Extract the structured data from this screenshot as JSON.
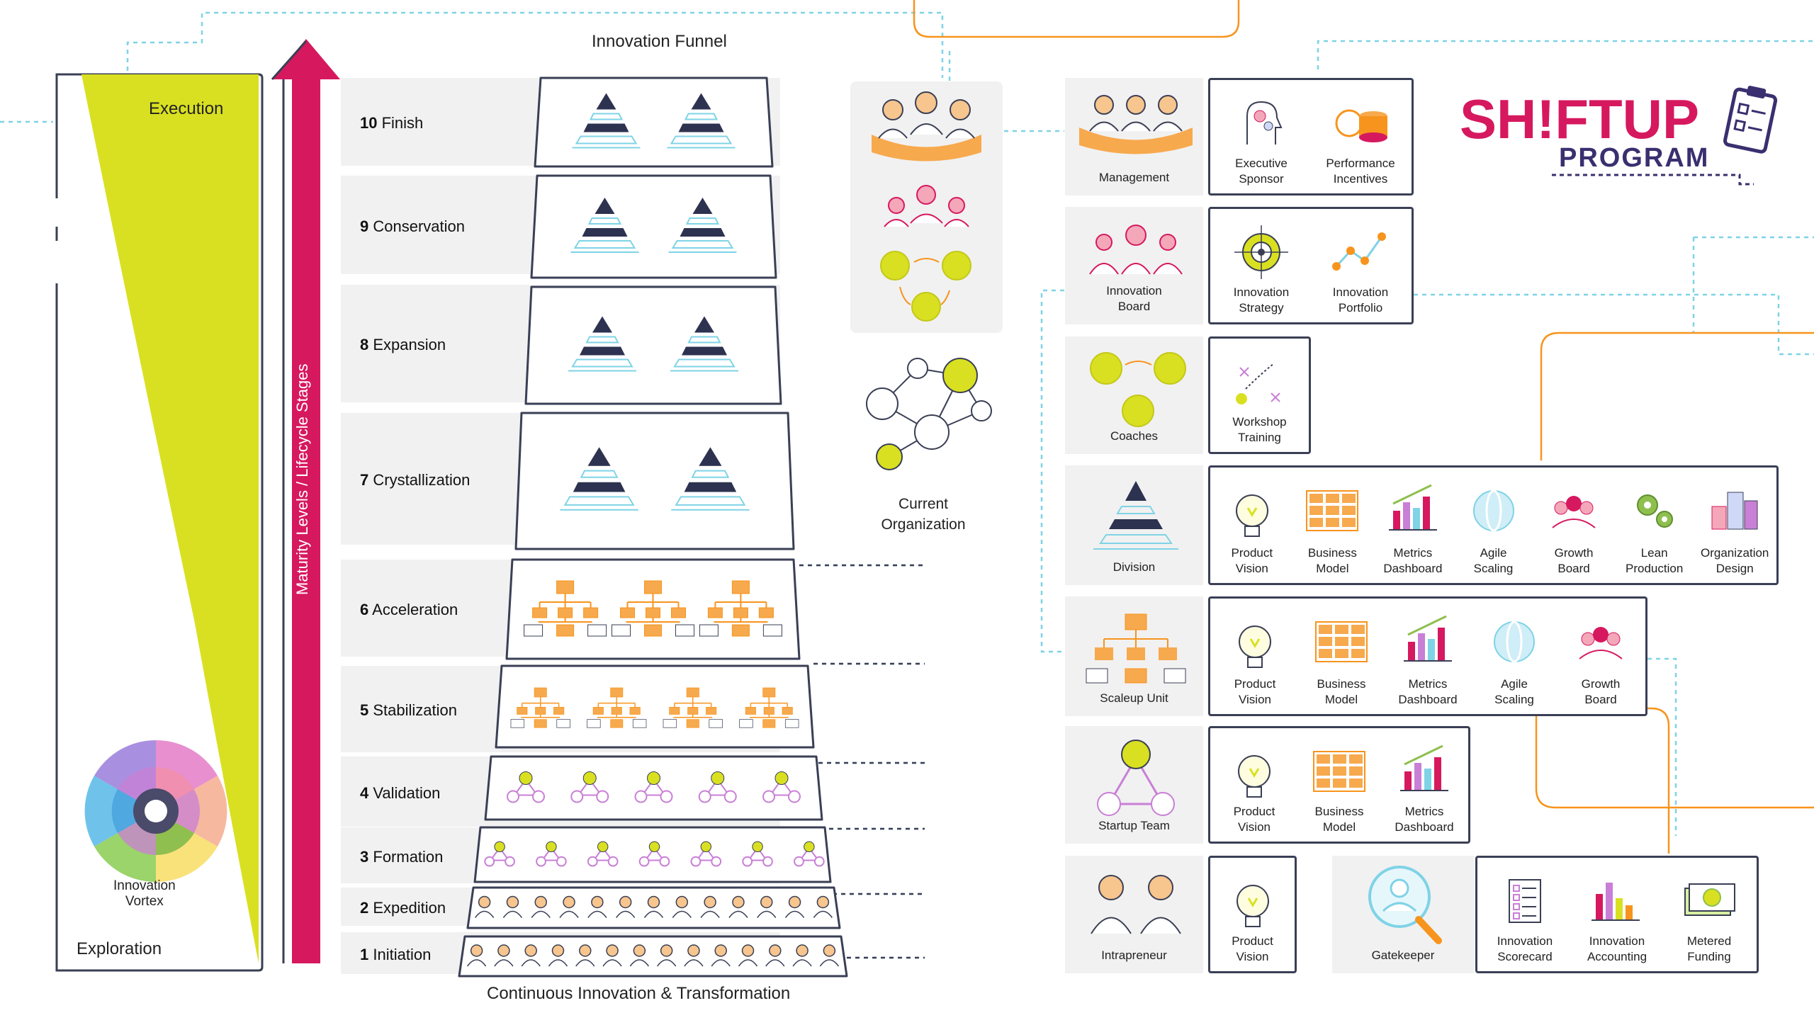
{
  "titles": {
    "funnel": "Innovation Funnel",
    "bottom": "Continuous Innovation & Transformation",
    "arrow": "Maturity Levels / Lifecycle Stages",
    "current_org": [
      "Current",
      "Organization"
    ]
  },
  "vortex": {
    "execution": "Execution",
    "exploration": "Exploration",
    "label": [
      "Innovation",
      "Vortex"
    ]
  },
  "stages": [
    {
      "num": "10",
      "name": "Finish"
    },
    {
      "num": "9",
      "name": "Conservation"
    },
    {
      "num": "8",
      "name": "Expansion"
    },
    {
      "num": "7",
      "name": "Crystallization"
    },
    {
      "num": "6",
      "name": "Acceleration"
    },
    {
      "num": "5",
      "name": "Stabilization"
    },
    {
      "num": "4",
      "name": "Validation"
    },
    {
      "num": "3",
      "name": "Formation"
    },
    {
      "num": "2",
      "name": "Expedition"
    },
    {
      "num": "1",
      "name": "Initiation"
    }
  ],
  "logo": {
    "line1": "SH!FTUP",
    "line2": "PROGRAM"
  },
  "roles": [
    {
      "name": [
        "Management"
      ],
      "items": [
        [
          "Executive",
          "Sponsor"
        ],
        [
          "Performance",
          "Incentives"
        ]
      ]
    },
    {
      "name": [
        "Innovation",
        "Board"
      ],
      "items": [
        [
          "Innovation",
          "Strategy"
        ],
        [
          "Innovation",
          "Portfolio"
        ]
      ]
    },
    {
      "name": [
        "Coaches"
      ],
      "items": [
        [
          "Workshop",
          "Training"
        ]
      ]
    },
    {
      "name": [
        "Division"
      ],
      "items": [
        [
          "Product",
          "Vision"
        ],
        [
          "Business",
          "Model"
        ],
        [
          "Metrics",
          "Dashboard"
        ],
        [
          "Agile",
          "Scaling"
        ],
        [
          "Growth",
          "Board"
        ],
        [
          "Lean",
          "Production"
        ],
        [
          "Organization",
          "Design"
        ]
      ]
    },
    {
      "name": [
        "Scaleup Unit"
      ],
      "items": [
        [
          "Product",
          "Vision"
        ],
        [
          "Business",
          "Model"
        ],
        [
          "Metrics",
          "Dashboard"
        ],
        [
          "Agile",
          "Scaling"
        ],
        [
          "Growth",
          "Board"
        ]
      ]
    },
    {
      "name": [
        "Startup Team"
      ],
      "items": [
        [
          "Product",
          "Vision"
        ],
        [
          "Business",
          "Model"
        ],
        [
          "Metrics",
          "Dashboard"
        ]
      ]
    },
    {
      "name": [
        "Intrapreneur"
      ],
      "items": [
        [
          "Product",
          "Vision"
        ]
      ]
    }
  ],
  "gatekeeper": {
    "name": "Gatekeeper",
    "items": [
      [
        "Innovation",
        "Scorecard"
      ],
      [
        "Innovation",
        "Accounting"
      ],
      [
        "Metered",
        "Funding"
      ]
    ]
  },
  "colors": {
    "yellow": "#d9e021",
    "pink": "#d6185f",
    "navy": "#2d3250",
    "orange": "#f7941d",
    "teal": "#7fd3e6"
  }
}
